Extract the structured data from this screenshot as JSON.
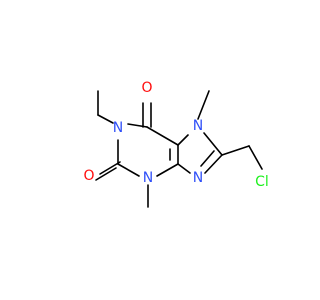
{
  "molecule": {
    "atoms": {
      "o_top": {
        "symbol": "O",
        "color": "#ff0d0d"
      },
      "o_left": {
        "symbol": "O",
        "color": "#ff0d0d"
      },
      "n1": {
        "symbol": "N",
        "color": "#3050f8"
      },
      "n3": {
        "symbol": "N",
        "color": "#3050f8"
      },
      "n7": {
        "symbol": "N",
        "color": "#3050f8"
      },
      "n9": {
        "symbol": "N",
        "color": "#3050f8"
      },
      "cl": {
        "symbol": "Cl",
        "color": "#1ff01f"
      }
    },
    "bond_color": "#000000"
  }
}
